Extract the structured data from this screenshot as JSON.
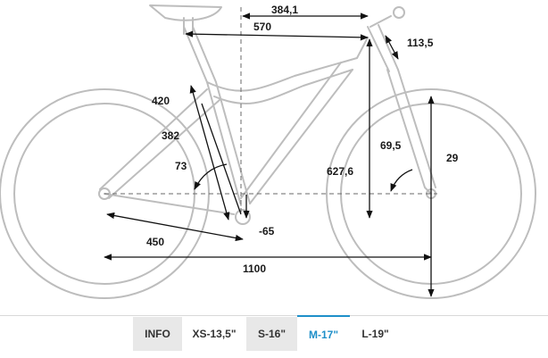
{
  "measurements": {
    "top_tube_horizontal": "570",
    "reach": "384,1",
    "head_tube": "113,5",
    "seat_tube": "420",
    "seat_tube_alt": "382",
    "seat_angle": "73",
    "stack": "627,6",
    "head_angle": "69,5",
    "wheel_size": "29",
    "chainstay": "450",
    "bb_drop": "-65",
    "wheelbase": "1100"
  },
  "size_tabs": [
    {
      "label": "INFO",
      "state": "shaded"
    },
    {
      "label": "XS-13,5\"",
      "state": "normal"
    },
    {
      "label": "S-16\"",
      "state": "shaded"
    },
    {
      "label": "M-17\"",
      "state": "active"
    },
    {
      "label": "L-19\"",
      "state": "normal"
    }
  ],
  "colors": {
    "active_tab": "#1e8fc9",
    "frame": "#bdbdbd"
  }
}
